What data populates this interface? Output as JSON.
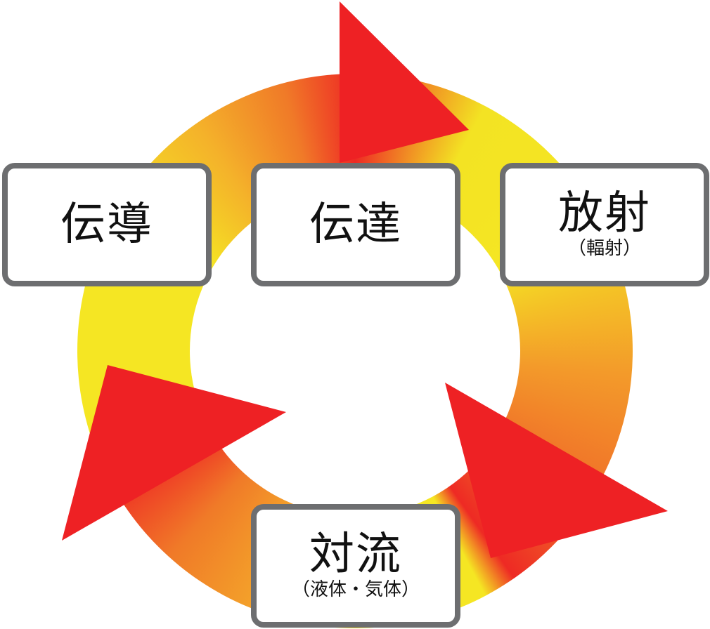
{
  "colors": {
    "arrow": "#ee2124",
    "yellow": "#f5e623",
    "orange": "#f39a2a",
    "border": "#6d6e70"
  },
  "boxes": {
    "conduction": {
      "label": "伝導"
    },
    "transfer": {
      "label": "伝達"
    },
    "radiation": {
      "label": "放射",
      "sub": "（輻射）"
    },
    "convection": {
      "label": "対流",
      "sub": "（液体・気体）"
    }
  }
}
